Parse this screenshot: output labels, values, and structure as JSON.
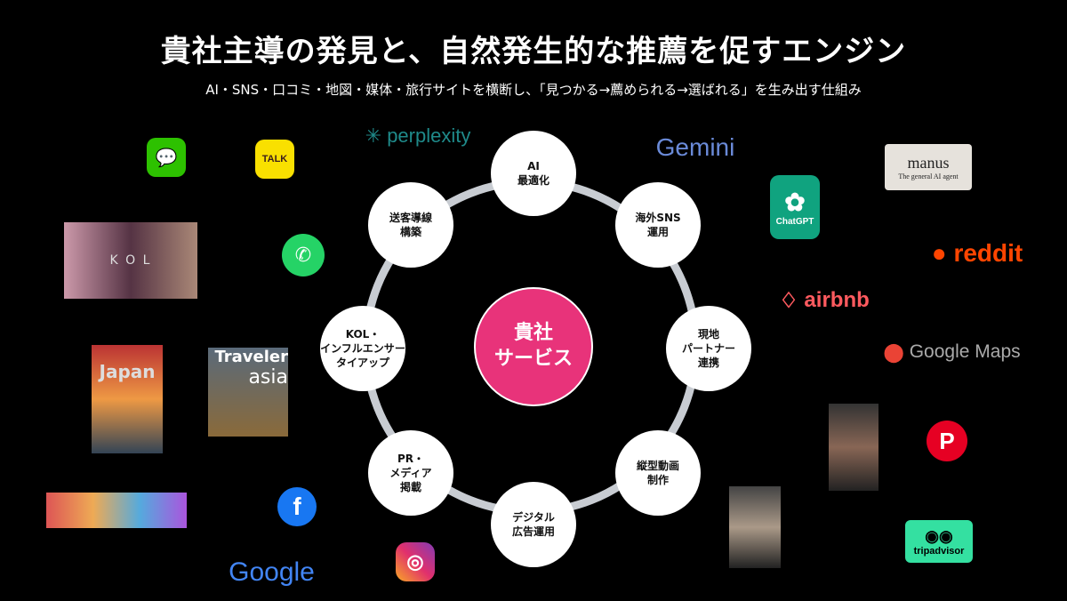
{
  "title": "貴社主導の発見と、自然発生的な推薦を促すエンジン",
  "subtitle": "AI・SNS・口コミ・地図・媒体・旅行サイトを横断し、「見つかる→薦められる→選ばれる」を生み出す仕組み",
  "center": "貴社\nサービス",
  "nodes": [
    "AI\n最適化",
    "海外SNS\n運用",
    "現地\nパートナー\n連携",
    "縦型動画\n制作",
    "デジタル\n広告運用",
    "PR・\nメディア\n掲載",
    "KOL・\nインフルエンサー\nタイアップ",
    "送客導線\n構築"
  ],
  "logos": {
    "perplexity": "perplexity",
    "gemini": "Gemini",
    "manus": "manus",
    "manus_tag": "The general AI agent",
    "chatgpt": "ChatGPT",
    "reddit": "reddit",
    "airbnb": "airbnb",
    "google_maps": "Google Maps",
    "tripadvisor": "tripadvisor",
    "google": "Google",
    "talk": "TALK",
    "kol": "K   O   L",
    "japan": "Japan",
    "traveler": "Traveler",
    "asia": "asia"
  },
  "colors": {
    "accent": "#e8337a",
    "ring": "#c8ccd2"
  }
}
